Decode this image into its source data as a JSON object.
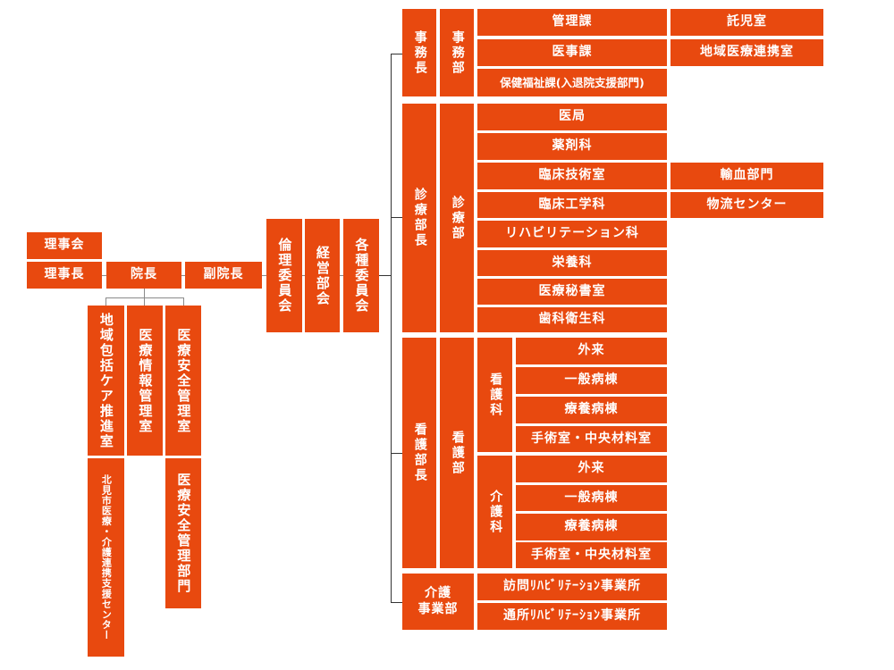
{
  "colors": {
    "box": "#E8490F",
    "text": "#FFFFFF",
    "trunk_line": "#333333",
    "connector_line": "#8A8A8A"
  },
  "executive": {
    "board": "理事会",
    "chairman": "理事長",
    "director": "院長",
    "vice_director": "副院長"
  },
  "director_offices": {
    "community_care": "地域包括ケア推進室",
    "medical_information": "医療情報管理室",
    "medical_safety": "医療安全管理室",
    "kitami_center": "北見市医療・介護連携支援センター",
    "medical_safety_department": "医療安全管理部門"
  },
  "committees": {
    "ethics": "倫理委員会",
    "management": "経営部会",
    "various": "各種委員会"
  },
  "administration": {
    "head": "事務長",
    "department": "事務部",
    "sections": [
      "管理課",
      "医事課",
      "保健福祉課(入退院支援部門)"
    ],
    "attached": [
      "託児室",
      "地域医療連携室"
    ]
  },
  "medical": {
    "head": "診療部長",
    "department": "診療部",
    "sections": [
      "医局",
      "薬剤科",
      "臨床技術室",
      "臨床工学科",
      "リハビリテーション科",
      "栄養科",
      "医療秘書室",
      "歯科衛生科"
    ],
    "attached": [
      "輸血部門",
      "物流センター"
    ]
  },
  "nursing": {
    "head": "看護部長",
    "department": "看護部",
    "nursing_section": {
      "name": "看護科",
      "units": [
        "外来",
        "一般病棟",
        "療養病棟",
        "手術室・中央材料室"
      ]
    },
    "care_section": {
      "name": "介護科",
      "units": [
        "外来",
        "一般病棟",
        "療養病棟",
        "手術室・中央材料室"
      ]
    }
  },
  "care_business": {
    "name": "介護\n事業部",
    "offices": [
      "訪問ﾘﾊﾋﾞﾘﾃｰｼｮﾝ事業所",
      "通所ﾘﾊﾋﾞﾘﾃｰｼｮﾝ事業所"
    ]
  }
}
